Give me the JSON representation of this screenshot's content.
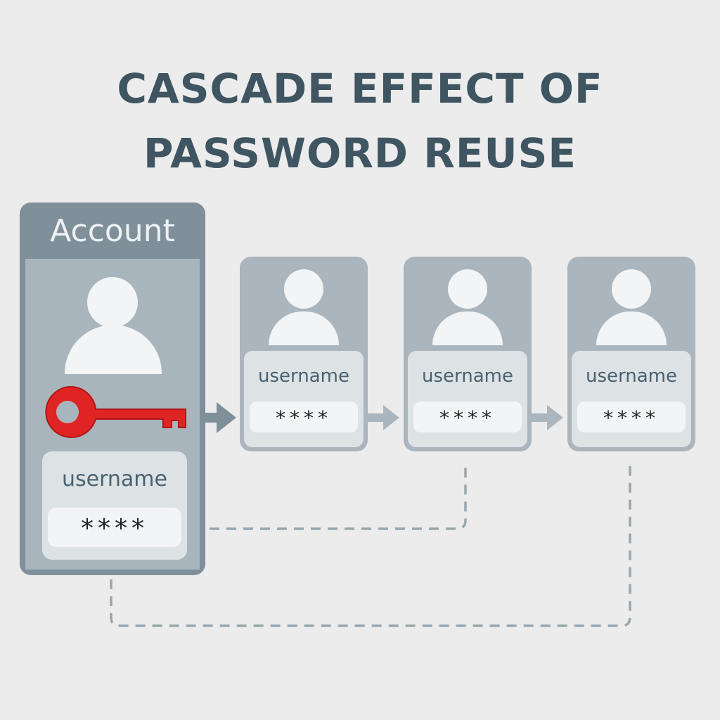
{
  "title": {
    "line1": "CASCADE EFFECT OF",
    "line2": "PASSWORD REUSE"
  },
  "colors": {
    "background": "#ececec",
    "title": "#3f5562",
    "card_dark": "#7f909b",
    "card_light": "#aab5bd",
    "key": "#e02424",
    "connector": "#9aa6ae"
  },
  "main_account": {
    "header": "Account",
    "icon": "user-avatar-icon",
    "key_icon": "key-icon",
    "username": "username",
    "password": "****"
  },
  "accounts": [
    {
      "icon": "user-avatar-icon",
      "username": "username",
      "password": "****"
    },
    {
      "icon": "user-avatar-icon",
      "username": "username",
      "password": "****"
    },
    {
      "icon": "user-avatar-icon",
      "username": "username",
      "password": "****"
    }
  ]
}
